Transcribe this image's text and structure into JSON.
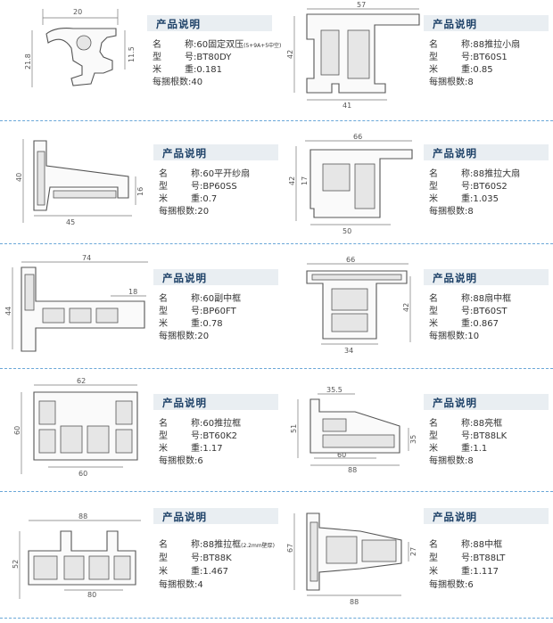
{
  "sections": [
    {
      "panels": [
        {
          "title": "产品说明",
          "name_key": "名",
          "name_sep": "称:",
          "name": "60固定双压",
          "name_note": "(5+9A+5中空)",
          "model_key": "型",
          "model_sep": "号:",
          "model": "BT80DY",
          "weight_key": "米",
          "weight_sep": "重:",
          "weight": "0.181",
          "count_label": "每捆根数:",
          "count": "40",
          "dims": [
            "20",
            "21.8",
            "11.5"
          ]
        },
        {
          "title": "产品说明",
          "name_key": "名",
          "name_sep": "称:",
          "name": "88推拉小扇",
          "model_key": "型",
          "model_sep": "号:",
          "model": "BT60S1",
          "weight_key": "米",
          "weight_sep": "重:",
          "weight": "0.85",
          "count_label": "每捆根数:",
          "count": "8",
          "dims": [
            "57",
            "42",
            "41"
          ]
        }
      ]
    },
    {
      "panels": [
        {
          "title": "产品说明",
          "name_key": "名",
          "name_sep": "称:",
          "name": "60平开纱扇",
          "model_key": "型",
          "model_sep": "号:",
          "model": "BP60SS",
          "weight_key": "米",
          "weight_sep": "重:",
          "weight": "0.7",
          "count_label": "每捆根数:",
          "count": "20",
          "dims": [
            "40",
            "16",
            "45"
          ]
        },
        {
          "title": "产品说明",
          "name_key": "名",
          "name_sep": "称:",
          "name": "88推拉大扇",
          "model_key": "型",
          "model_sep": "号:",
          "model": "BT60S2",
          "weight_key": "米",
          "weight_sep": "重:",
          "weight": "1.035",
          "count_label": "每捆根数:",
          "count": "8",
          "dims": [
            "66",
            "42",
            "17",
            "50"
          ]
        }
      ]
    },
    {
      "panels": [
        {
          "title": "产品说明",
          "name_key": "名",
          "name_sep": "称:",
          "name": "60副中框",
          "model_key": "型",
          "model_sep": "号:",
          "model": "BP60FT",
          "weight_key": "米",
          "weight_sep": "重:",
          "weight": "0.78",
          "count_label": "每捆根数:",
          "count": "20",
          "dims": [
            "74",
            "18",
            "44"
          ]
        },
        {
          "title": "产品说明",
          "name_key": "名",
          "name_sep": "称:",
          "name": "88扇中框",
          "model_key": "型",
          "model_sep": "号:",
          "model": "BT60ST",
          "weight_key": "米",
          "weight_sep": "重:",
          "weight": "0.867",
          "count_label": "每捆根数:",
          "count": "10",
          "dims": [
            "66",
            "42",
            "34"
          ]
        }
      ]
    },
    {
      "panels": [
        {
          "title": "产品说明",
          "name_key": "名",
          "name_sep": "称:",
          "name": "60推拉框",
          "model_key": "型",
          "model_sep": "号:",
          "model": "BT60K2",
          "weight_key": "米",
          "weight_sep": "重:",
          "weight": "1.17",
          "count_label": "每捆根数:",
          "count": "6",
          "dims": [
            "62",
            "60",
            "60"
          ]
        },
        {
          "title": "产品说明",
          "name_key": "名",
          "name_sep": "称:",
          "name": "88亮框",
          "model_key": "型",
          "model_sep": "号:",
          "model": "BT88LK",
          "weight_key": "米",
          "weight_sep": "重:",
          "weight": "1.1",
          "count_label": "每捆根数:",
          "count": "8",
          "dims": [
            "35.5",
            "51",
            "35",
            "60",
            "88"
          ]
        }
      ]
    },
    {
      "panels": [
        {
          "title": "产品说明",
          "name_key": "名",
          "name_sep": "称:",
          "name": "88推拉框",
          "name_note": "(2.2mm壁厚)",
          "model_key": "型",
          "model_sep": "号:",
          "model": "BT88K",
          "weight_key": "米",
          "weight_sep": "重:",
          "weight": "1.467",
          "count_label": "每捆根数:",
          "count": "4",
          "dims": [
            "88",
            "52",
            "80"
          ]
        },
        {
          "title": "产品说明",
          "name_key": "名",
          "name_sep": "称:",
          "name": "88中框",
          "model_key": "型",
          "model_sep": "号:",
          "model": "BT88LT",
          "weight_key": "米",
          "weight_sep": "重:",
          "weight": "1.117",
          "count_label": "每捆根数:",
          "count": "6",
          "dims": [
            "67",
            "27",
            "88"
          ]
        }
      ]
    }
  ]
}
